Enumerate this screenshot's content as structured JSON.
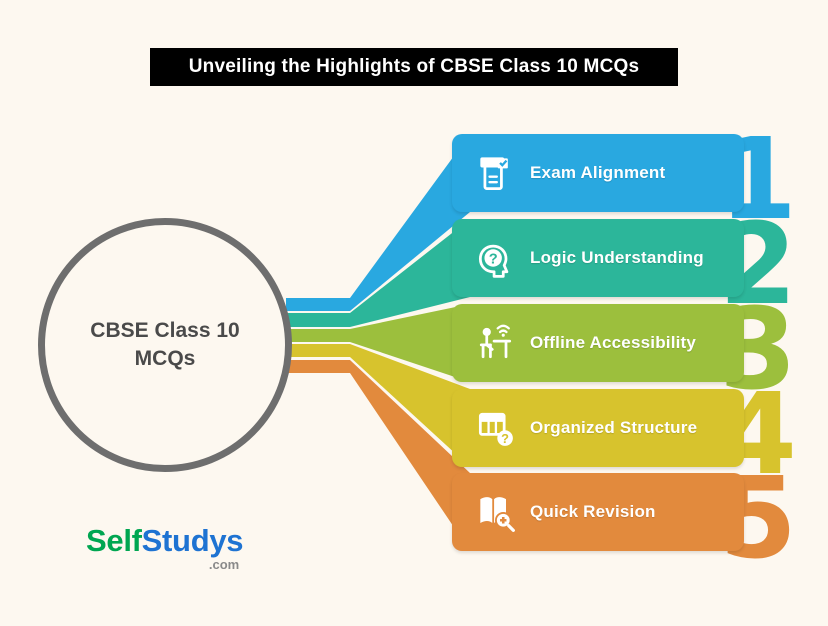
{
  "page": {
    "bg": "#fdf8f0"
  },
  "title": {
    "text": "Unveiling the Highlights of CBSE Class 10 MCQs",
    "bg": "#000000",
    "color": "#ffffff"
  },
  "center": {
    "label": "CBSE Class 10 MCQs",
    "border_color": "#6e6e6e",
    "text_color": "#4a4a4a"
  },
  "items": [
    {
      "number": "1",
      "label": "Exam Alignment",
      "color": "#29a8e0",
      "icon": "exam-document-check-icon"
    },
    {
      "number": "2",
      "label": "Logic Understanding",
      "color": "#2cb69a",
      "icon": "head-question-icon"
    },
    {
      "number": "3",
      "label": "Offline Accessibility",
      "color": "#9cbf3d",
      "icon": "person-desk-wifi-icon"
    },
    {
      "number": "4",
      "label": "Organized Structure",
      "color": "#d7c32d",
      "icon": "grid-question-icon"
    },
    {
      "number": "5",
      "label": "Quick Revision",
      "color": "#e28a3d",
      "icon": "book-magnifier-plus-icon"
    }
  ],
  "logo": {
    "part1": "Self",
    "part1_color": "#00a651",
    "part2": "Studys",
    "part2_color": "#1e73d2",
    "suffix": ".com",
    "suffix_color": "#8a8a8a"
  }
}
